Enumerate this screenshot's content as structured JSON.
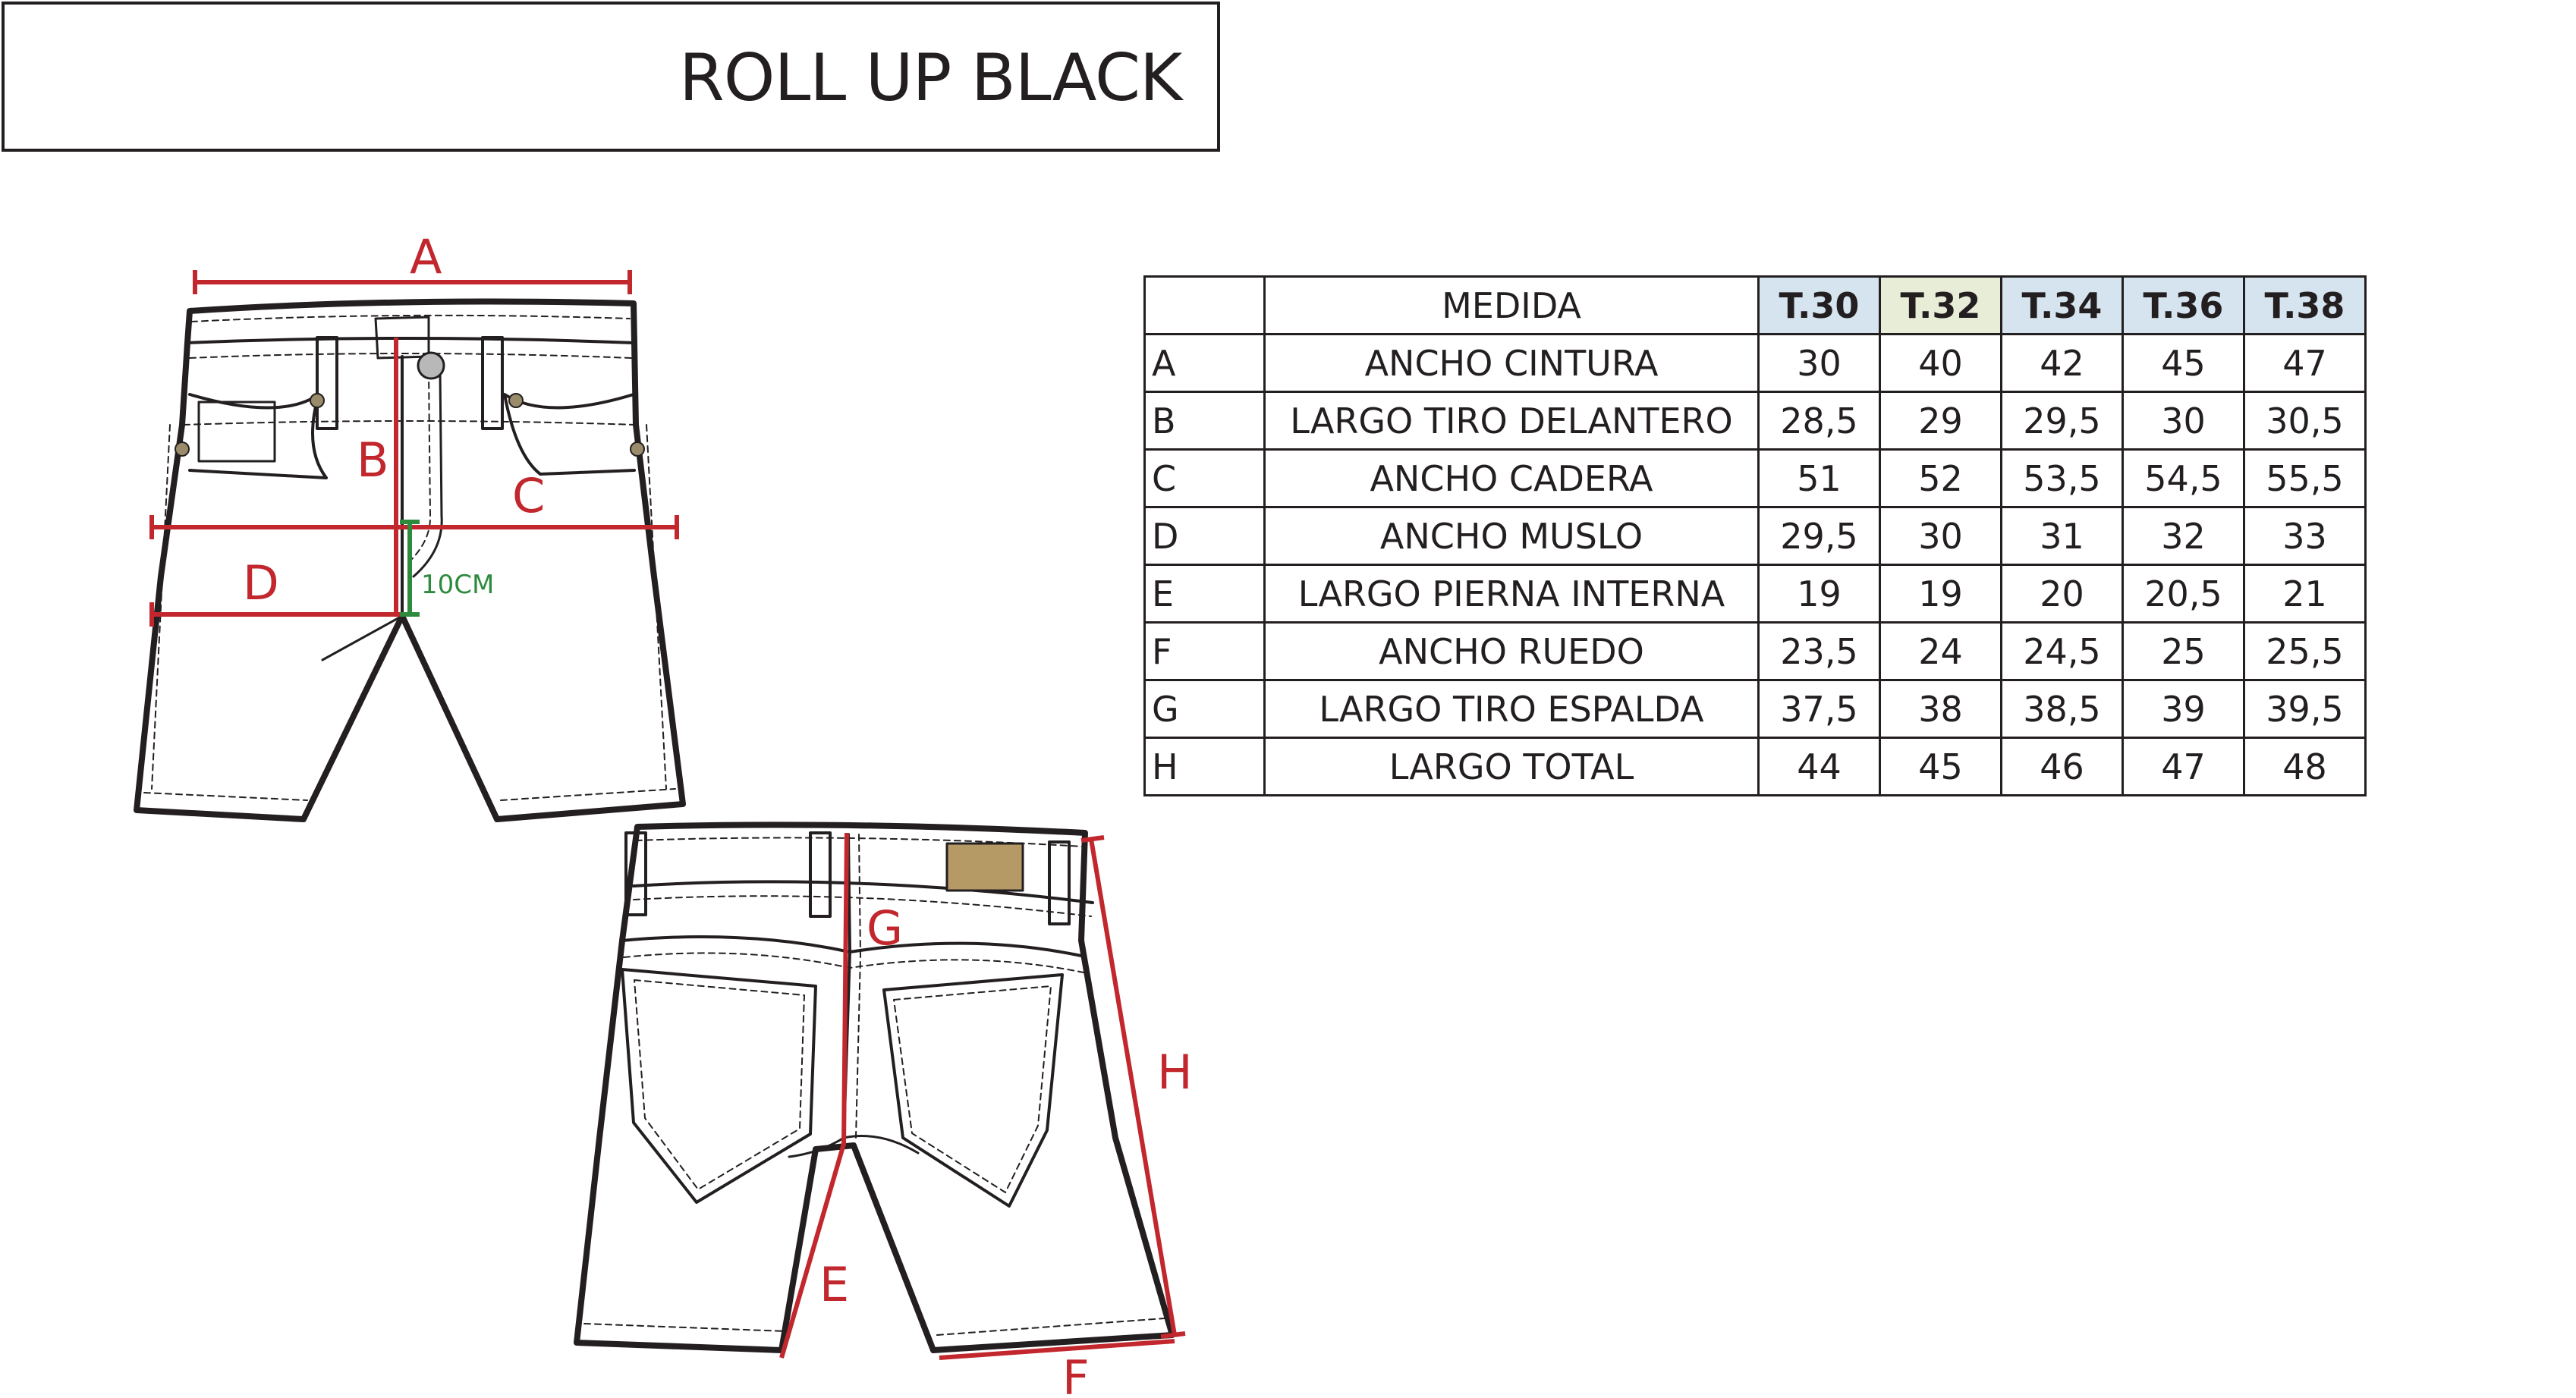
{
  "title": "ROLL UP BLACK",
  "colors": {
    "line": "#231f20",
    "measure_red": "#c1272d",
    "measure_green": "#2e8b3d",
    "header_blue": "#d6e4ef",
    "header_green": "#e8edd8",
    "label_patch": "#b59a66"
  },
  "labels": {
    "front": {
      "a": "A",
      "b": "B",
      "c": "C",
      "d": "D",
      "ten_cm": "10CM"
    },
    "back": {
      "g": "G",
      "h": "H",
      "e": "E",
      "f": "F"
    }
  },
  "table": {
    "header_label": "MEDIDA",
    "sizes": [
      {
        "label": "T.30",
        "color": "#d6e4ef"
      },
      {
        "label": "T.32",
        "color": "#e8edd8"
      },
      {
        "label": "T.34",
        "color": "#d6e4ef"
      },
      {
        "label": "T.36",
        "color": "#d6e4ef"
      },
      {
        "label": "T.38",
        "color": "#d6e4ef"
      }
    ],
    "rows": [
      {
        "code": "A",
        "name": "ANCHO CINTURA",
        "values": [
          "30",
          "40",
          "42",
          "45",
          "47"
        ]
      },
      {
        "code": "B",
        "name": "LARGO TIRO DELANTERO",
        "values": [
          "28,5",
          "29",
          "29,5",
          "30",
          "30,5"
        ]
      },
      {
        "code": "C",
        "name": "ANCHO CADERA",
        "values": [
          "51",
          "52",
          "53,5",
          "54,5",
          "55,5"
        ]
      },
      {
        "code": "D",
        "name": "ANCHO MUSLO",
        "values": [
          "29,5",
          "30",
          "31",
          "32",
          "33"
        ]
      },
      {
        "code": "E",
        "name": "LARGO PIERNA INTERNA",
        "values": [
          "19",
          "19",
          "20",
          "20,5",
          "21"
        ]
      },
      {
        "code": "F",
        "name": "ANCHO RUEDO",
        "values": [
          "23,5",
          "24",
          "24,5",
          "25",
          "25,5"
        ]
      },
      {
        "code": "G",
        "name": "LARGO TIRO ESPALDA",
        "values": [
          "37,5",
          "38",
          "38,5",
          "39",
          "39,5"
        ]
      },
      {
        "code": "H",
        "name": "LARGO TOTAL",
        "values": [
          "44",
          "45",
          "46",
          "47",
          "48"
        ]
      }
    ]
  }
}
